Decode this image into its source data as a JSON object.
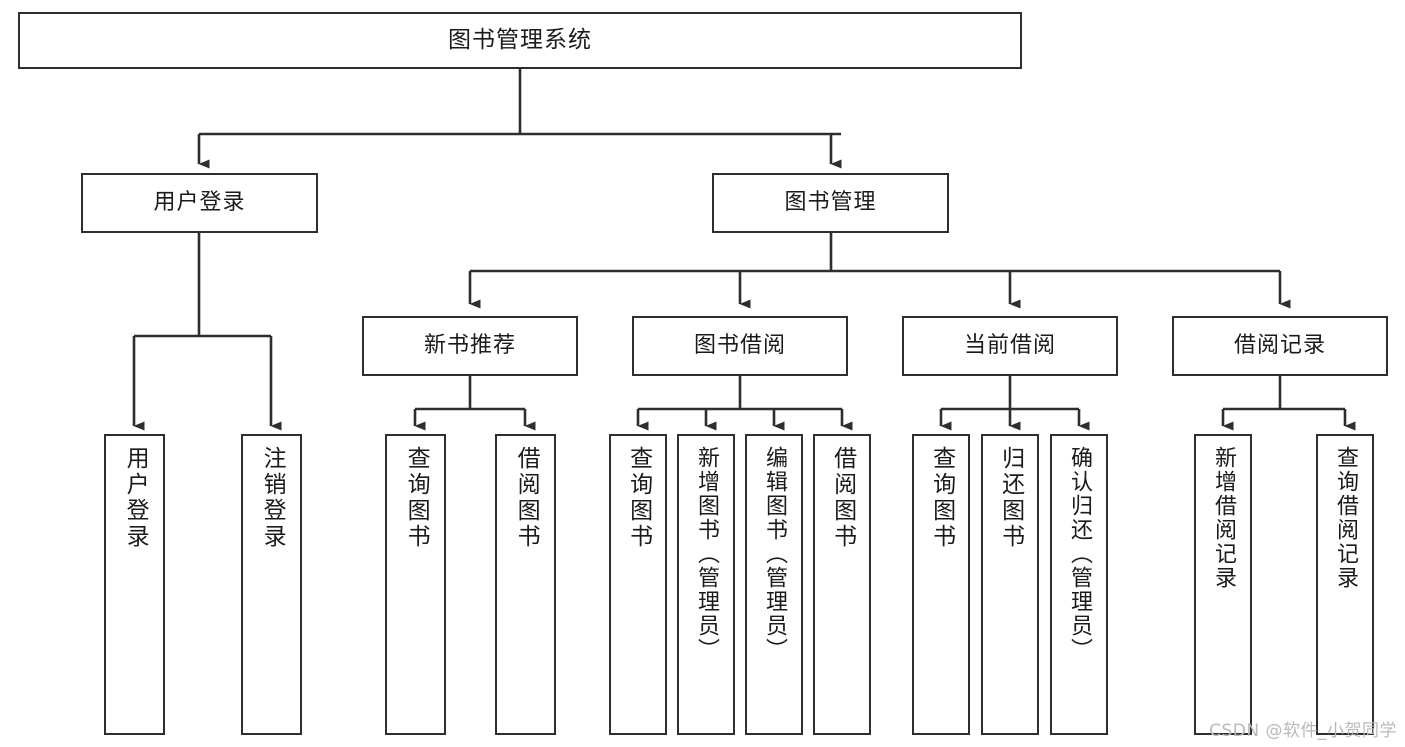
{
  "diagram": {
    "title": "图书管理系统",
    "type": "tree-hierarchy",
    "colors": {
      "background": "#ffffff",
      "box_border": "#2e2e2e",
      "box_fill": "#ffffff",
      "connector": "#2e2e2e",
      "text": "#1b1b1b",
      "watermark": "#b9b9b9"
    },
    "root": {
      "label": "图书管理系统"
    },
    "level2": [
      {
        "id": "user-login",
        "label": "用户登录"
      },
      {
        "id": "book-manage",
        "label": "图书管理"
      }
    ],
    "level3": [
      {
        "id": "new-book-recommend",
        "label": "新书推荐"
      },
      {
        "id": "book-borrow",
        "label": "图书借阅"
      },
      {
        "id": "current-borrow",
        "label": "当前借阅"
      },
      {
        "id": "borrow-record",
        "label": "借阅记录"
      }
    ],
    "leaves": {
      "user_login": [
        {
          "id": "leaf-user-login",
          "label": "用户登录"
        },
        {
          "id": "leaf-logout-login",
          "label": "注销登录"
        }
      ],
      "new_book_recommend": [
        {
          "id": "leaf-query-book-1",
          "label": "查询图书"
        },
        {
          "id": "leaf-borrow-book-1",
          "label": "借阅图书"
        }
      ],
      "book_borrow": [
        {
          "id": "leaf-query-book-2",
          "label": "查询图书"
        },
        {
          "id": "leaf-add-book",
          "label": "新增图书（管理员）"
        },
        {
          "id": "leaf-edit-book",
          "label": "编辑图书（管理员）"
        },
        {
          "id": "leaf-borrow-book-2",
          "label": "借阅图书"
        }
      ],
      "current_borrow": [
        {
          "id": "leaf-query-book-3",
          "label": "查询图书"
        },
        {
          "id": "leaf-return-book",
          "label": "归还图书"
        },
        {
          "id": "leaf-confirm-return",
          "label": "确认归还（管理员）"
        }
      ],
      "borrow_record": [
        {
          "id": "leaf-add-record",
          "label": "新增借阅记录"
        },
        {
          "id": "leaf-query-record",
          "label": "查询借阅记录"
        }
      ]
    }
  },
  "watermark": {
    "text": "CSDN @软件_小贺同学"
  }
}
